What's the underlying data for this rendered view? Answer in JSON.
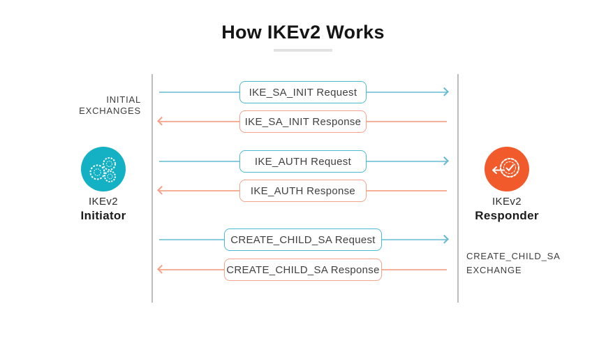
{
  "title": "How IKEv2 Works",
  "colors": {
    "initiator_circle": "#14b1c4",
    "responder_circle": "#f15a2b",
    "request_arrow": "#8accdd",
    "response_arrow": "#f7b096",
    "request_box_border": "#4cbad4",
    "response_box_border": "#f5a38a",
    "text": "#414141",
    "guide_line": "#bdbdbd",
    "title_underline": "#e2e2e2"
  },
  "initiator": {
    "icon": "gears-icon",
    "group_label": "INITIAL\nEXCHANGES",
    "name": "IKEv2",
    "role": "Initiator"
  },
  "responder": {
    "icon": "verified-gear-icon",
    "group_label": "CREATE_CHILD_SA\nEXCHANGE",
    "name": "IKEv2",
    "role": "Responder"
  },
  "messages": [
    {
      "label": "IKE_SA_INIT Request",
      "direction": "right",
      "color": "teal"
    },
    {
      "label": "IKE_SA_INIT Response",
      "direction": "left",
      "color": "salmon"
    },
    {
      "label": "IKE_AUTH Request",
      "direction": "right",
      "color": "teal"
    },
    {
      "label": "IKE_AUTH Response",
      "direction": "left",
      "color": "salmon"
    },
    {
      "label": "CREATE_CHILD_SA Request",
      "direction": "right",
      "color": "teal"
    },
    {
      "label": "CREATE_CHILD_SA Response",
      "direction": "left",
      "color": "salmon"
    }
  ]
}
